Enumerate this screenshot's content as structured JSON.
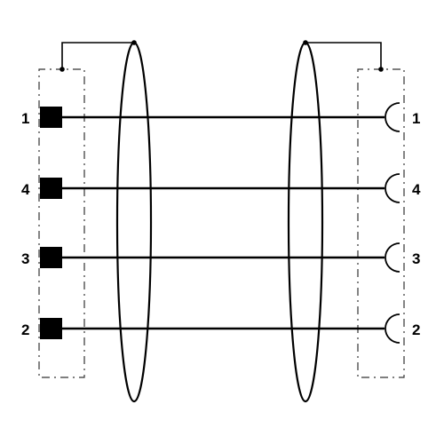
{
  "pins_left": [
    {
      "label": "1"
    },
    {
      "label": "4"
    },
    {
      "label": "3"
    },
    {
      "label": "2"
    }
  ],
  "pins_right": [
    {
      "label": "1"
    },
    {
      "label": "4"
    },
    {
      "label": "3"
    },
    {
      "label": "2"
    }
  ],
  "colors": {
    "line": "#000000",
    "background": "#ffffff"
  }
}
